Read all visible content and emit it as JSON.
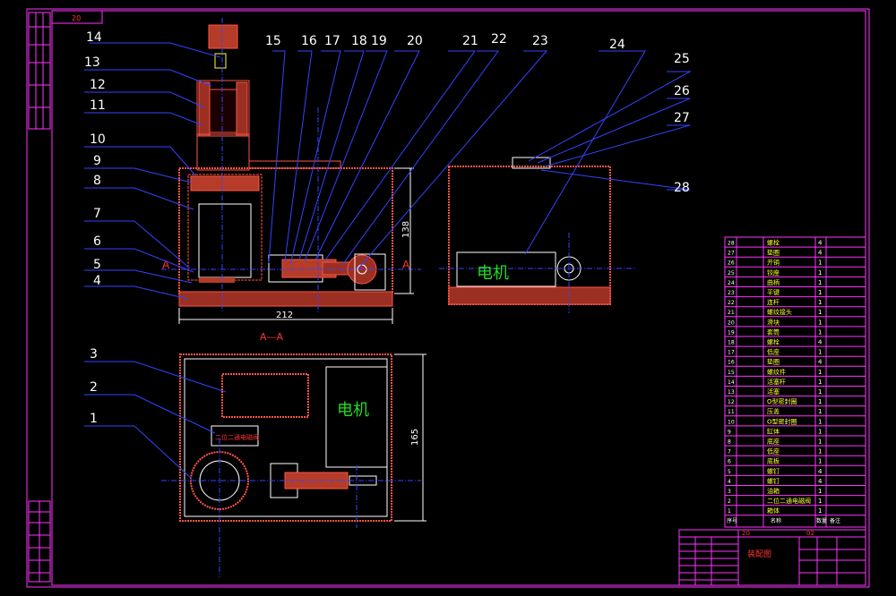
{
  "frame": {
    "corner_code": "20"
  },
  "callouts": [
    "14",
    "13",
    "12",
    "11",
    "10",
    "9",
    "8",
    "7",
    "6",
    "5",
    "4",
    "3",
    "2",
    "1",
    "15",
    "16",
    "17",
    "18",
    "19",
    "20",
    "21",
    "22",
    "23",
    "24",
    "25",
    "26",
    "27",
    "28"
  ],
  "labels": {
    "motor_front": "电机",
    "motor_top": "电机",
    "valve_label": "二位二通电磁阀",
    "section_left": "A",
    "section_right": "A",
    "section_view": "A—A"
  },
  "dimensions": {
    "width_front": "212",
    "height_front": "138",
    "depth_top": "165"
  },
  "bom": {
    "numbers": [
      "28",
      "27",
      "26",
      "25",
      "24",
      "23",
      "22",
      "21",
      "20",
      "19",
      "18",
      "17",
      "16",
      "15",
      "14",
      "13",
      "12",
      "11",
      "10",
      "9",
      "8",
      "7",
      "6",
      "5",
      "4",
      "3",
      "2",
      "1"
    ],
    "names": [
      "螺栓",
      "垫圈",
      "开销",
      "铰座",
      "曲柄",
      "平键",
      "连杆",
      "螺纹接头",
      "滑块",
      "套筒",
      "螺栓",
      "低座",
      "垫圈",
      "螺纹件",
      "活塞杆",
      "活塞",
      "O型密封圈",
      "压盖",
      "O型密封圈",
      "缸体",
      "底座",
      "低座",
      "底板",
      "螺钉",
      "螺钉",
      "油箱",
      "二位二通电磁阀",
      "箱体"
    ],
    "qty": [
      "4",
      "4",
      "1",
      "1",
      "1",
      "1",
      "1",
      "1",
      "1",
      "1",
      "4",
      "1",
      "4",
      "1",
      "1",
      "1",
      "1",
      "1",
      "1",
      "1",
      "1",
      "1",
      "1",
      "4",
      "4",
      "1",
      "1",
      "1"
    ],
    "header": [
      "序号",
      "名称",
      "数量",
      "备注"
    ]
  },
  "title_block": {
    "drawing_name": "装配图",
    "code_a": "20",
    "code_b": "02"
  }
}
